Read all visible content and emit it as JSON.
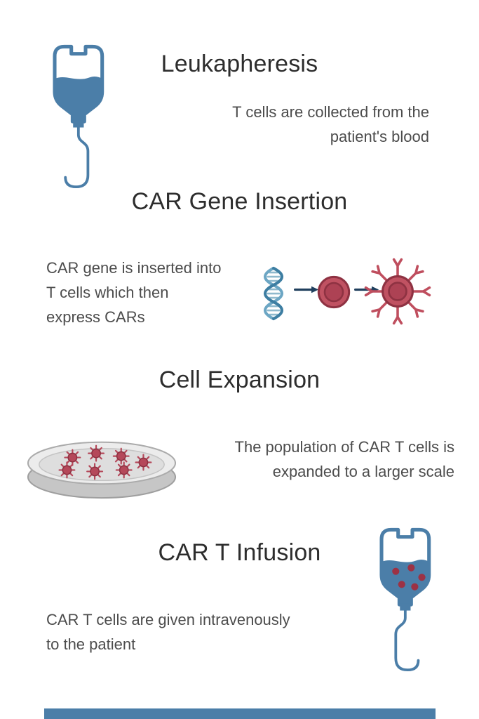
{
  "colors": {
    "accent_blue": "#4b7ea8",
    "cell_red": "#bf4e5e",
    "cell_red_dark": "#8e3242",
    "arrow_navy": "#20405e",
    "title_text": "#2d2d2d",
    "body_text": "#4c4c4c",
    "petri_gray": "#dedede",
    "footer_bar": "#4b7ea8"
  },
  "icons": {
    "step1": "iv-bag-icon",
    "step2": "dna-helix-icon, arrow-right-icon, t-cell-icon, car-t-cell-icon",
    "step3": "petri-dish-icon",
    "step4": "iv-bag-car-t-icon"
  },
  "steps": [
    {
      "title": "Leukapheresis",
      "description": "T cells are collected from the\npatient's blood"
    },
    {
      "title": "CAR Gene Insertion",
      "description": "CAR gene is inserted into\nT cells which then\nexpress CARs"
    },
    {
      "title": "Cell Expansion",
      "description": "The population of CAR T cells is\nexpanded to a larger scale"
    },
    {
      "title": "CAR T Infusion",
      "description": "CAR T cells are given intravenously\nto the patient"
    }
  ]
}
